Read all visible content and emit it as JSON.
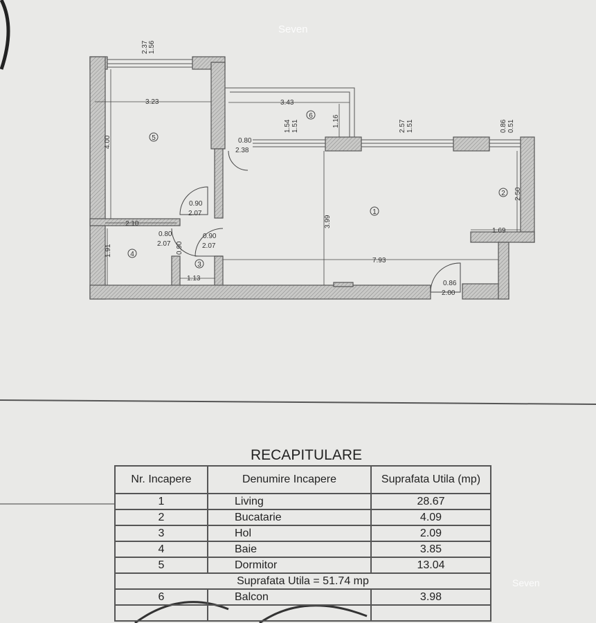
{
  "watermark": "Seven",
  "plan": {
    "room_markers": [
      "1",
      "2",
      "3",
      "4",
      "5",
      "6"
    ],
    "dimensions": {
      "bedroom_window": [
        "2.37",
        "1.56"
      ],
      "bedroom_width": "3.23",
      "bedroom_depth": "4.00",
      "balcony_width": "3.43",
      "balcony_depth": "1.16",
      "balcony_door": [
        "0.80",
        "2.38"
      ],
      "balcony_window": [
        "1.54",
        "1.51"
      ],
      "living_window": [
        "2.57",
        "1.51"
      ],
      "kitchen_window": [
        "0.86",
        "0.51"
      ],
      "kitchen_depth": "2.50",
      "kitchen_width": "1.69",
      "living_depth": "3.99",
      "living_width": "7.93",
      "bedroom_door": [
        "0.90",
        "2.07"
      ],
      "bath_door": [
        "0.80",
        "2.07"
      ],
      "hall_door": [
        "0.90",
        "2.07"
      ],
      "entry_door": [
        "0.86",
        "2.00"
      ],
      "bath_width": "2.10",
      "bath_depth": "1.91",
      "hall_width": "1.13",
      "hall_depth": "0.90"
    }
  },
  "summary": {
    "title": "RECAPITULARE",
    "headers": [
      "Nr. Incapere",
      "Denumire Incapere",
      "Suprafata Utila (mp)"
    ],
    "rows": [
      {
        "nr": "1",
        "name": "Living",
        "area": "28.67"
      },
      {
        "nr": "2",
        "name": "Bucatarie",
        "area": "4.09"
      },
      {
        "nr": "3",
        "name": "Hol",
        "area": "2.09"
      },
      {
        "nr": "4",
        "name": "Baie",
        "area": "3.85"
      },
      {
        "nr": "5",
        "name": "Dormitor",
        "area": "13.04"
      }
    ],
    "total": "Suprafata Utila   = 51.74 mp",
    "balcony": {
      "nr": "6",
      "name": "Balcon",
      "area": "3.98"
    }
  }
}
